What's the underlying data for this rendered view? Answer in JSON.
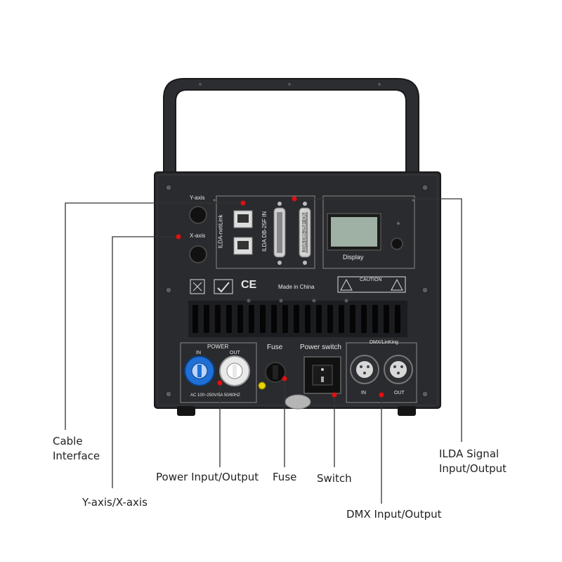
{
  "device": {
    "panel": {
      "y_axis": "Y-axis",
      "x_axis": "X-axis",
      "ilda_network": "ILDA-netiLink",
      "ilda_in": "ILDA DB-25F IN",
      "ilda_out": "ILDA DB-25F OUT",
      "display": "Display",
      "made_in": "Made in China",
      "ce_mark": "CE",
      "caution": "CAUTION",
      "power": "POWER",
      "power_in": "IN",
      "power_out": "OUT",
      "power_rating": "AC 100~250V/5A 50/60HZ",
      "fuse": "Fuse",
      "power_switch": "Power switch",
      "dmx_linking": "DMX/LinKing",
      "dmx_in": "IN",
      "dmx_out": "OUT"
    }
  },
  "callouts": {
    "cable_interface": [
      "Cable",
      "Interface"
    ],
    "y_x_axis": "Y-axis/X-axis",
    "power_io": "Power Input/Output",
    "fuse": "Fuse",
    "switch": "Switch",
    "dmx_io": "DMX Input/Output",
    "ilda_signal": [
      "ILDA Signal",
      "Input/Output"
    ]
  },
  "colors": {
    "chassis": "#2a2b2e",
    "chassis_edge": "#1a1a1c",
    "handle": "#2c2d30",
    "leader_line": "#333333",
    "marker": "#e01010",
    "lcd": "#9fb0a4",
    "powercon_in": "#1f6fd6",
    "powercon_out": "#e9e9e9",
    "led": "#e8d400"
  }
}
